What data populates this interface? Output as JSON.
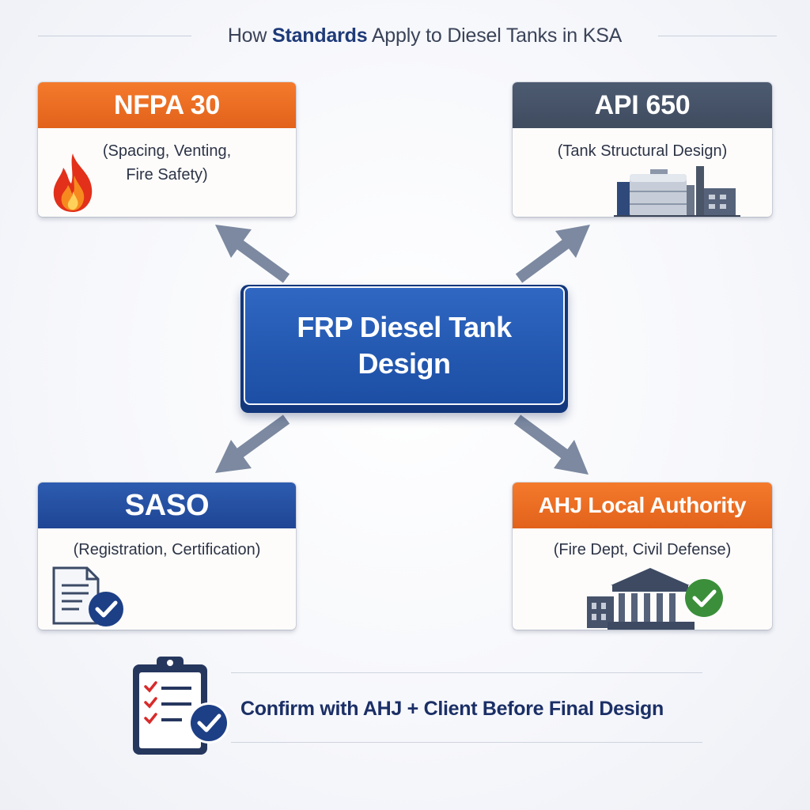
{
  "title": {
    "prefix": "How ",
    "emphasis": "Standards",
    "suffix": " Apply to Diesel Tanks in KSA"
  },
  "center": {
    "line1": "FRP Diesel Tank",
    "line2": "Design"
  },
  "cards": {
    "nfpa": {
      "title": "NFPA 30",
      "desc_line1": "(Spacing, Venting,",
      "desc_line2": "Fire Safety)",
      "icon": "fire-icon",
      "color": "#e9692a"
    },
    "api": {
      "title": "API 650",
      "desc": "(Tank Structural Design)",
      "icon": "storage-tank-icon",
      "color": "#46536a"
    },
    "saso": {
      "title": "SASO",
      "desc": "(Registration, Certification)",
      "icon": "document-check-icon",
      "color": "#2753a7"
    },
    "ahj": {
      "title": "AHJ Local Authority",
      "desc": "(Fire Dept, Civil Defense)",
      "icon": "government-building-check-icon",
      "color": "#e9692a"
    }
  },
  "footer": {
    "text": "Confirm with AHJ + Client Before Final Design",
    "icon": "clipboard-checklist-icon"
  }
}
